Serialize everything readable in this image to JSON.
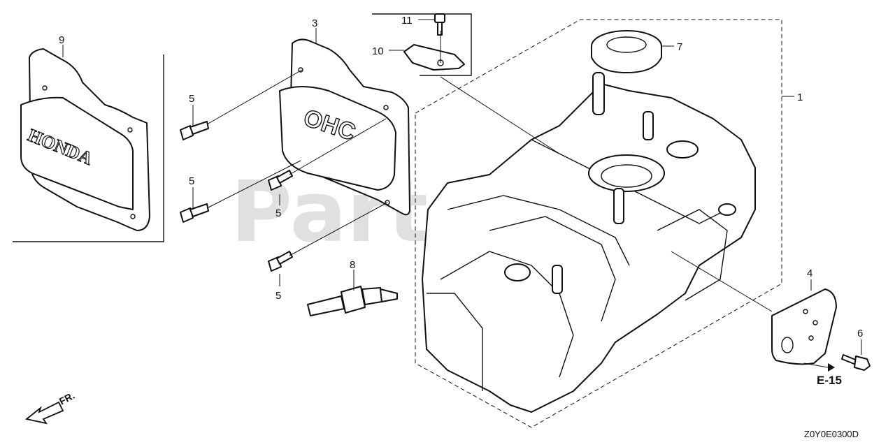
{
  "diagram": {
    "callouts": {
      "c1": "1",
      "c3": "3",
      "c4": "4",
      "c5a": "5",
      "c5b": "5",
      "c5c": "5",
      "c5d": "5",
      "c6": "6",
      "c7": "7",
      "c8": "8",
      "c9": "9",
      "c10": "10",
      "c11": "11"
    },
    "cover_brand": "HONDA",
    "head_cover_mark": "OHC",
    "reference": "E-15",
    "front_indicator": "FR.",
    "diagram_code": "Z0Y0E0300D",
    "watermark": "PartsTree",
    "trademark": "™"
  }
}
